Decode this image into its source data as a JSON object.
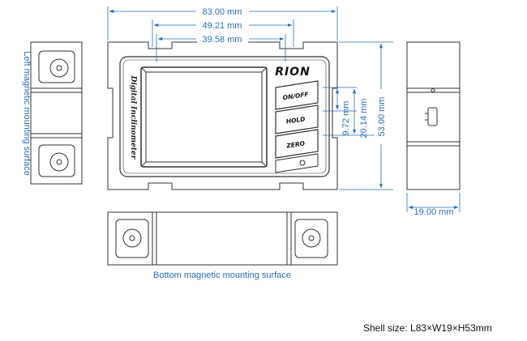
{
  "dimensions": {
    "overall_length": "83.00 mm",
    "bracket_width": "49.21 mm",
    "screen_width": "39.58 mm",
    "button_height": "9.72 mm",
    "button_block_height": "20.14 mm",
    "overall_height": "53.00 mm",
    "thickness": "19.00 mm"
  },
  "captions": {
    "left_surface": "Left magnetic mounting surface",
    "bottom_surface": "Bottom magnetic mounting surface"
  },
  "device": {
    "brand": "RION",
    "product_name": "Digital Inclinometer",
    "buttons": [
      "ON/OFF",
      "HOLD",
      "ZERO"
    ]
  },
  "footer": {
    "shell_size": "Shell size: L83×W19×H53mm"
  },
  "colors": {
    "dimension_line": "#2a6fb8",
    "outline": "#333333",
    "background": "#ffffff"
  }
}
